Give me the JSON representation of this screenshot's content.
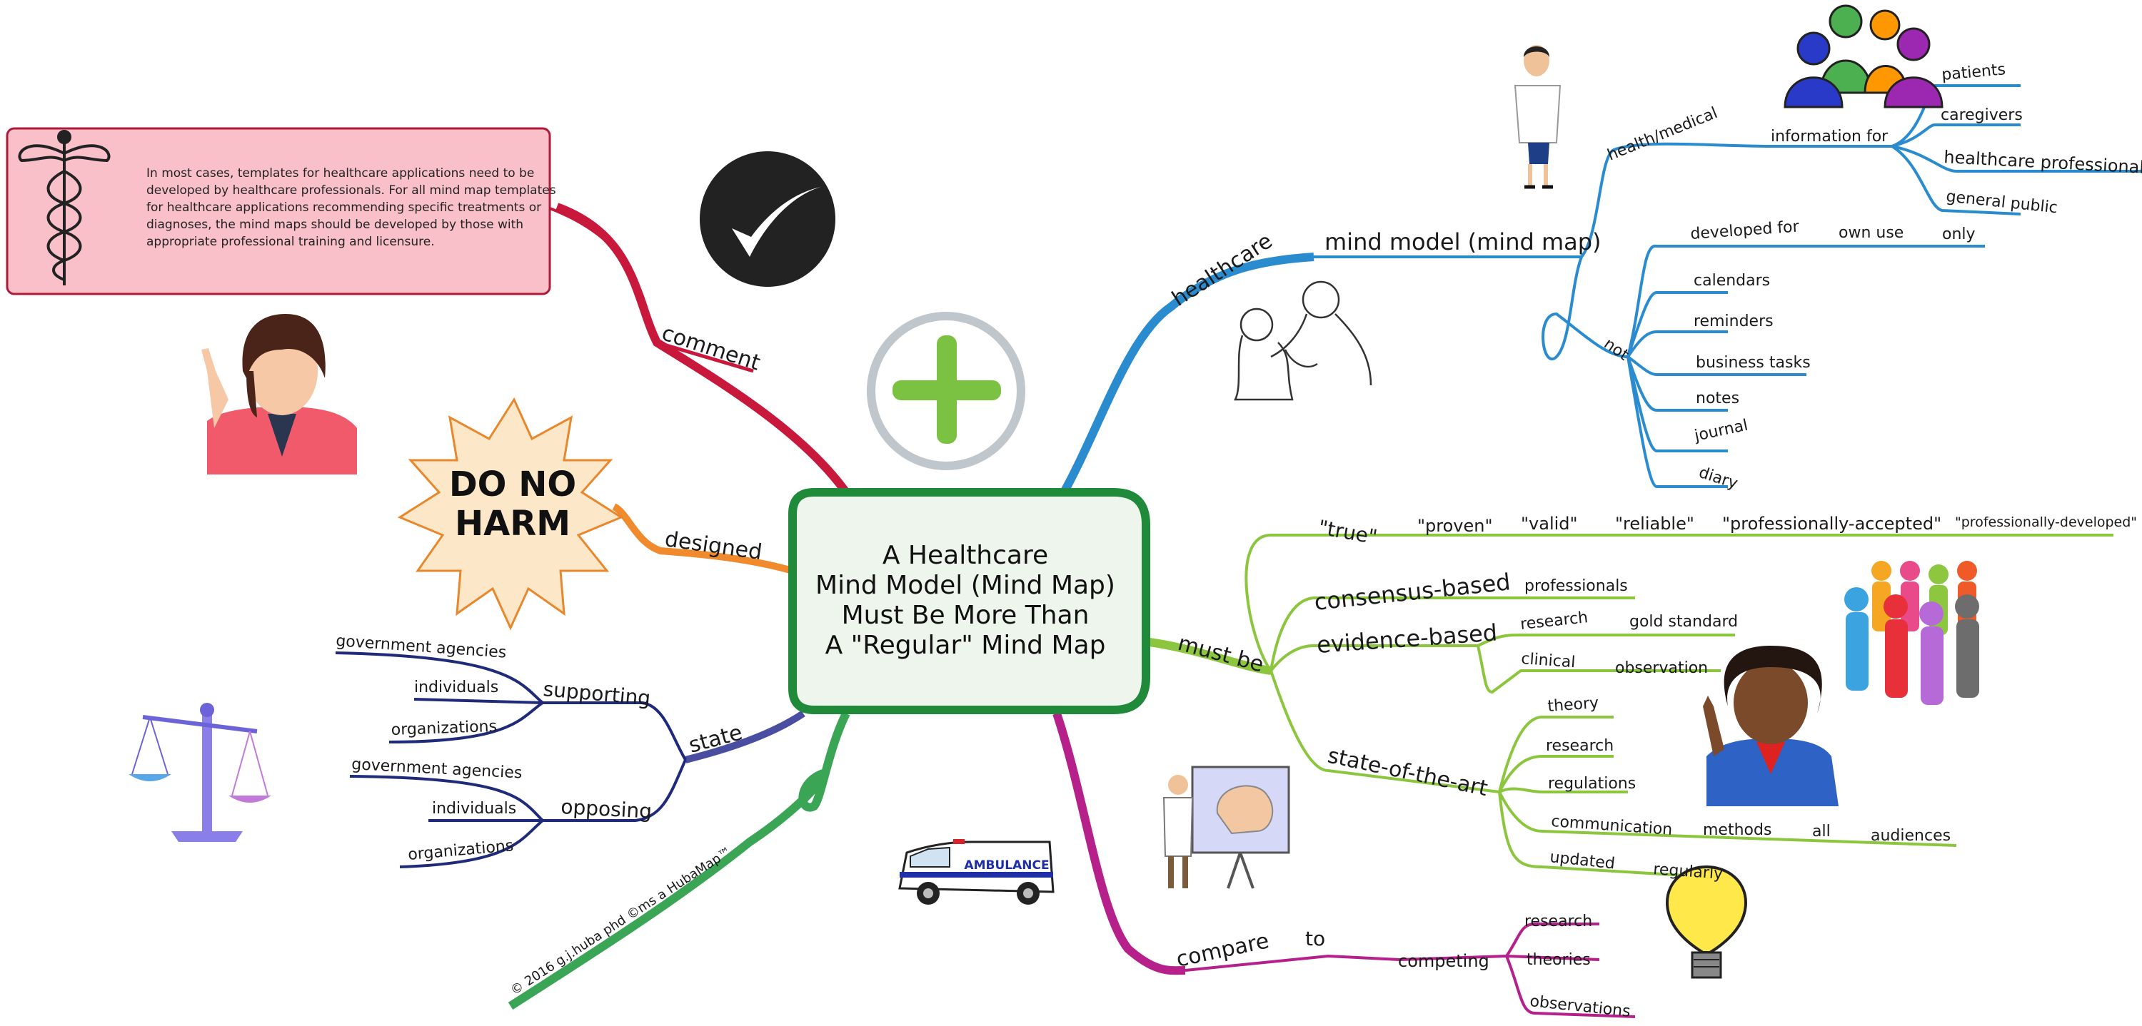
{
  "central": {
    "lines": [
      "A Healthcare",
      "Mind Model (Mind Map)",
      "Must Be More Than",
      "A \"Regular\" Mind Map"
    ]
  },
  "note": {
    "lines": [
      "In most cases, templates for healthcare applications need to be",
      "developed by healthcare professionals. For all mind map templates",
      "for healthcare applications recommending specific treatments or",
      "diagnoses, the mind maps should be developed by those with",
      "appropriate professional training and licensure."
    ]
  },
  "harm": {
    "lines": [
      "DO NO",
      "HARM"
    ]
  },
  "ambulance": {
    "label": "AMBULANCE"
  },
  "copyright": "© 2016 g.j.huba phd ©ms a HubaMap™",
  "branches": {
    "comment": "comment",
    "designed": "designed",
    "state": {
      "label": "state",
      "supporting": {
        "label": "supporting",
        "items": [
          "government agencies",
          "individuals",
          "organizations"
        ]
      },
      "opposing": {
        "label": "opposing",
        "items": [
          "government agencies",
          "individuals",
          "organizations"
        ]
      }
    },
    "healthcare": {
      "label": "healthcare",
      "mind_model": "mind model (mind map)",
      "health_medical": "health/medical",
      "information_for": "information for",
      "audiences": [
        "patients",
        "caregivers",
        "healthcare professionals",
        "general public"
      ],
      "not": "not",
      "developed_for": "developed for",
      "own_use": "own use",
      "only": "only",
      "not_items": [
        "calendars",
        "reminders",
        "business tasks",
        "notes",
        "journal",
        "diary"
      ]
    },
    "must_be": {
      "label": "must be",
      "true_row": [
        "\"true\"",
        "\"proven\"",
        "\"valid\"",
        "\"reliable\"",
        "\"professionally-accepted\"",
        "\"professionally-developed\""
      ],
      "consensus": "consensus-based",
      "professionals": "professionals",
      "evidence": "evidence-based",
      "research": "research",
      "gold_standard": "gold standard",
      "clinical": "clinical",
      "observation": "observation",
      "state_of_art": "state-of-the-art",
      "soa_items": [
        "theory",
        "research",
        "regulations"
      ],
      "communication": "communication",
      "methods": "methods",
      "all": "all",
      "audiences": "audiences",
      "updated": "updated",
      "regularly": "regularly"
    },
    "compare": {
      "label": "compare",
      "to": "to",
      "competing": "competing",
      "items": [
        "research",
        "theories",
        "observations"
      ]
    }
  },
  "icons": [
    "caduceus-icon",
    "checkmark-icon",
    "plus-icon",
    "doctor-icon",
    "people-group-icon",
    "stethoscope-exam-icon",
    "woman-pointing-icon",
    "scales-icon",
    "ambulance-icon",
    "brain-presentation-icon",
    "lightbulb-icon",
    "crowd-icon",
    "woman-presenter-icon"
  ],
  "colors": {
    "comment": "#c8193c",
    "designed": "#f08a2c",
    "state": "#1f2a7a",
    "copyright": "#3aa655",
    "healthcare": "#2a8ccf",
    "must_be": "#8cc63f",
    "compare": "#b5208a",
    "central_border": "#1e8a3a",
    "central_fill": "#eef5ec"
  }
}
